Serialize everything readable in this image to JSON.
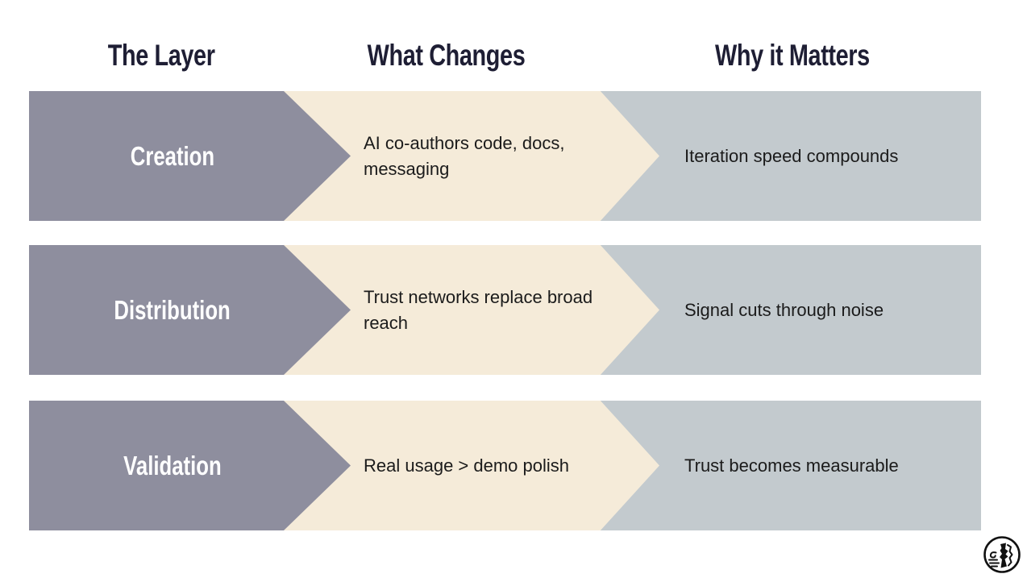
{
  "slide": {
    "columns": [
      {
        "header": "The Layer"
      },
      {
        "header": "What Changes"
      },
      {
        "header": "Why it Matters"
      }
    ],
    "rows": [
      {
        "layer": "Creation",
        "what_changes": "AI co-authors code, docs, messaging",
        "why_it_matters": "Iteration speed compounds"
      },
      {
        "layer": "Distribution",
        "what_changes": "Trust networks replace broad reach",
        "why_it_matters": "Signal cuts through noise"
      },
      {
        "layer": "Validation",
        "what_changes": "Real usage > demo polish",
        "why_it_matters": "Trust becomes measurable"
      }
    ],
    "colors": {
      "layer_arrow": "#8E8E9E",
      "changes_arrow": "#F5EBD9",
      "matters_band": "#C3CACE",
      "header_text": "#1E1E34",
      "body_text": "#1B1B1B",
      "layer_label_text": "#FFFFFF",
      "background": "#FFFFFF"
    },
    "footer": {
      "logo_icon": "stamp-seal-logo-icon"
    }
  }
}
